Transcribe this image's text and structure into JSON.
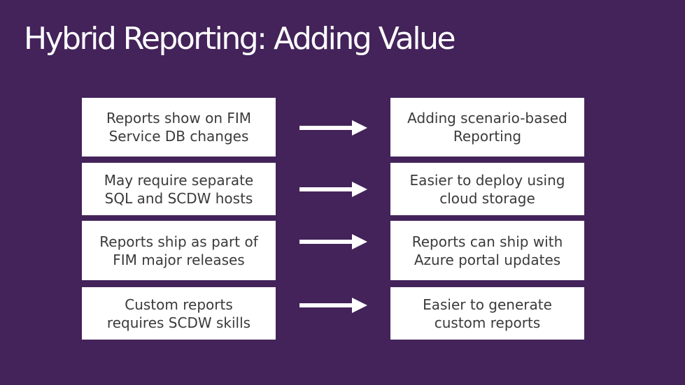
{
  "slide": {
    "title": "Hybrid Reporting: Adding Value",
    "background_color": "#43235a",
    "box_color": "#ffffff",
    "arrow_color": "#ffffff",
    "rows": [
      {
        "current": "Reports show on FIM Service DB changes",
        "improved": "Adding scenario-based Reporting"
      },
      {
        "current": "May require separate SQL and SCDW hosts",
        "improved": "Easier to deploy using cloud storage"
      },
      {
        "current": "Reports ship as part of FIM major releases",
        "improved": "Reports can ship with Azure portal updates"
      },
      {
        "current": "Custom reports requires SCDW skills",
        "improved": "Easier to generate custom reports"
      }
    ]
  }
}
